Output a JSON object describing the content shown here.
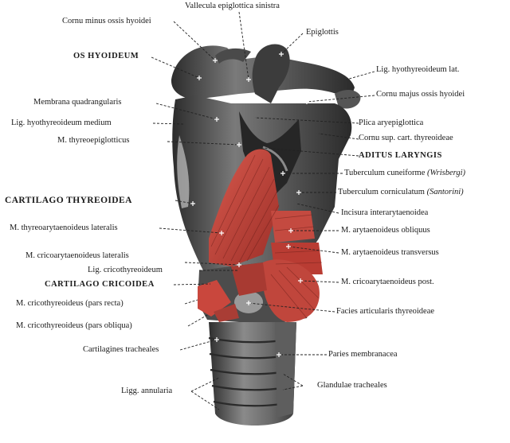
{
  "labels": {
    "vallecula": "Vallecula epiglottica sinistra",
    "cornu_minus": "Cornu minus ossis hyoidei",
    "epiglottis": "Epiglottis",
    "os_hyoideum": "OS HYOIDEUM",
    "lig_hyothyr_lat": "Lig. hyothyreoideum lat.",
    "cornu_majus": "Cornu majus ossis hyoidei",
    "membrana_quadrangularis": "Membrana quadrangularis",
    "lig_hyothyr_medium": "Lig. hyothyreoideum medium",
    "plica_aryepiglottica": "Plica aryepiglottica",
    "m_thyreoepiglotticus": "M. thyreoepiglotticus",
    "cornu_sup": "Cornu sup. cart. thyreoideae",
    "aditus_laryngis": "ADITUS LARYNGIS",
    "tuberculum_cuneiforme": "Tuberculum cuneiforme",
    "tuberculum_cuneiforme_note": "(Wrisbergi)",
    "cartilago_thyreoidea": "CARTILAGO THYREOIDEA",
    "tuberculum_corniculatum": "Tuberculum corniculatum",
    "tuberculum_corniculatum_note": "(Santorini)",
    "incisura": "Incisura interarytaenoidea",
    "m_thyreoarytaenoideus": "M. thyreoarytaenoideus lateralis",
    "m_arytaenoideus_obliquus": "M. arytaenoideus obliquus",
    "m_cricoarytaenoideus_lat": "M. cricoarytaenoideus lateralis",
    "m_arytaenoideus_transversus": "M. arytaenoideus transversus",
    "lig_cricothyreoideum": "Lig. cricothyreoideum",
    "cartilago_cricoidea": "CARTILAGO CRICOIDEA",
    "m_cricoarytaenoideus_post": "M. cricoarytaenoideus post.",
    "m_cricothyreoideus_recta": "M. cricothyreoideus (pars recta)",
    "facies_articularis": "Facies articularis thyreoideae",
    "m_cricothyreoideus_obliqua": "M. cricothyreoideus (pars obliqua)",
    "cartilagines_tracheales": "Cartilagines tracheales",
    "paries_membranacea": "Paries membranacea",
    "glandulae_tracheales": "Glandulae tracheales",
    "ligg_annularia": "Ligg. annularia"
  },
  "colors": {
    "cartilage_dark": "#3a3a3a",
    "cartilage_mid": "#6e6e6e",
    "cartilage_light": "#a8a8a8",
    "muscle": "#c8423a",
    "muscle_dark": "#8e2a24",
    "leader": "#222222"
  }
}
